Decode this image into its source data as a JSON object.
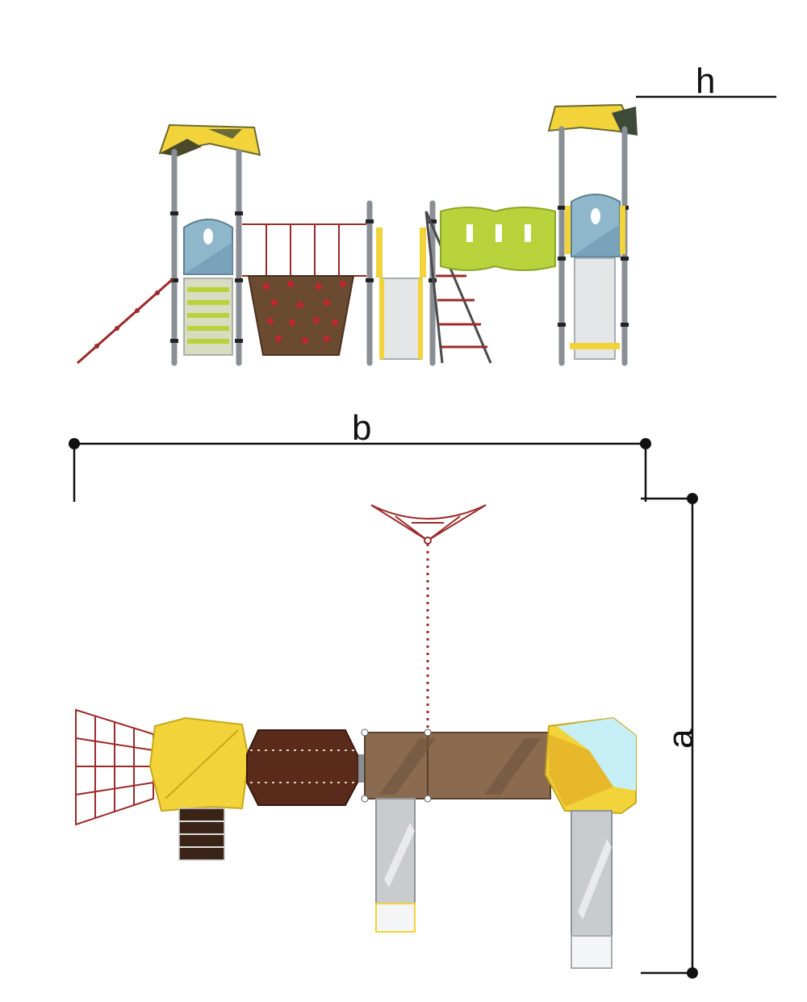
{
  "dimensions": {
    "height_label": "h",
    "width_label": "b",
    "depth_label": "a"
  },
  "colors": {
    "roof_yellow": "#f2d43a",
    "roof_dark": "#4a4a2a",
    "panel_blue": "#8fb7cc",
    "panel_green": "#b9d23c",
    "post_grey": "#8a8f96",
    "climb_brown": "#6b4a32",
    "hold_red": "#c0262c",
    "rope_red": "#9c2a2a",
    "slide_grey": "#c9cccf",
    "deck_brown": "#8b6b4f",
    "ice_blue": "#c6eef5",
    "line_black": "#111111"
  }
}
